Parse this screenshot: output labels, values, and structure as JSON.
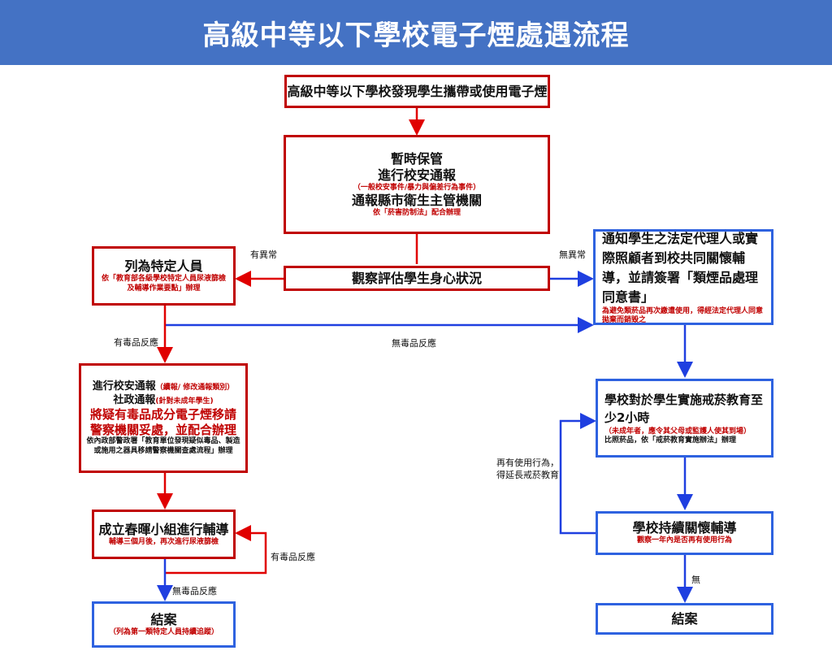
{
  "title": "高級中等以下學校電子煙處遇流程",
  "boxes": {
    "discover": "高級中等以下學校發現學生攜帶或使用電子煙",
    "custody": {
      "l1": "暫時保管",
      "l2": "進行校安通報",
      "l3": "（一般校安事件/暴力與偏差行為事件）",
      "l4": "通報縣市衛生主管機關",
      "l5": "依「菸害防制法」配合辦理"
    },
    "observe": "觀察評估學生身心狀況",
    "specific": {
      "l1": "列為特定人員",
      "l2": "依「教育部各級學校特定人員尿液篩檢及輔導作業要點」辦理"
    },
    "notify": {
      "l1": "通知學生之法定代理人或實際照顧者到校共同關懷輔導，並請簽署「類煙品處理同意書」",
      "l2": "為避免類菸品再次繳遭使用，得經法定代理人同意拋棄而銷毀之"
    },
    "report": {
      "l1a": "進行校安通報",
      "l1b": "（續報/ 修改通報類別）",
      "l2a": "社政通報",
      "l2b": "(針對未成年學生)",
      "l3": "將疑有毒品成分電子煙移請警察機關妥處，並配合辦理",
      "l4": "依內政部警政署「教育單位發現疑似毒品、製造或施用之器具移請警察機關查處流程」辦理"
    },
    "chunhui": {
      "l1": "成立春暉小組進行輔導",
      "l2": "輔導三個月後，再次進行尿液篩檢"
    },
    "close_left": {
      "l1": "結案",
      "l2": "（列為第一類特定人員持續追蹤）"
    },
    "education": {
      "l1": "學校對於學生實施戒菸教育至少2小時",
      "l2": "（未成年者，應令其父母或監護人使其到場）",
      "l3": "比照菸品，依「戒菸教育實施辦法」辦理"
    },
    "followup": {
      "l1": "學校持續關懷輔導",
      "l2": "觀察一年內是否再有使用行為"
    },
    "close_right": "結案"
  },
  "labels": {
    "abnormal": "有異常",
    "normal": "無異常",
    "drug_pos": "有毒品反應",
    "drug_neg": "無毒品反應",
    "drug_pos2": "有毒品反應",
    "drug_neg2": "無毒品反應",
    "reuse": "再有使用行為，\n得延長戒菸教育",
    "none": "無"
  },
  "colors": {
    "title_bg": "#4472c4",
    "red": "#c00000",
    "blue": "#2e62e0"
  }
}
